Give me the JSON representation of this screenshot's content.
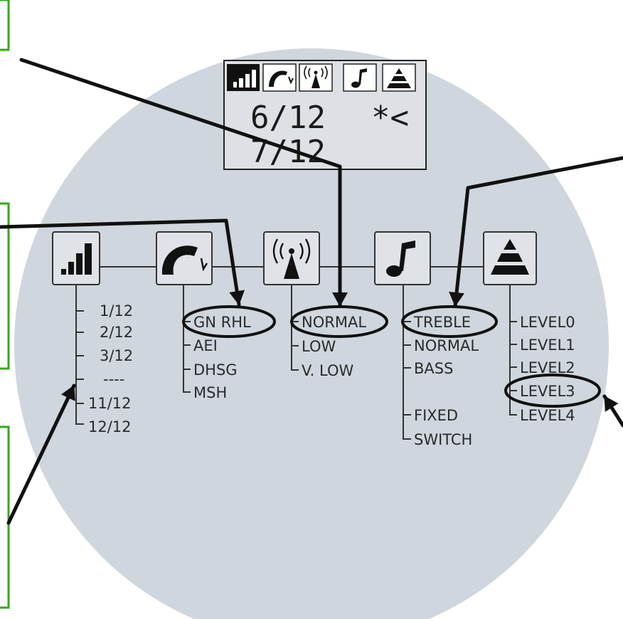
{
  "colors": {
    "page": "#ffffff",
    "circle": "#cfd6dd",
    "icon_box": "#dfe3e7",
    "ink": "#111111",
    "callout_border": "#35a81a"
  },
  "icons": [
    "signal-bars-icon",
    "handset-icon",
    "antenna-icon",
    "music-note-icon",
    "pyramid-icon"
  ],
  "lcd": {
    "line1": "6/12",
    "symbol": "*<",
    "line2": "7/12"
  },
  "menu": {
    "signal": [
      "1/12",
      "2/12",
      "3/12",
      "----",
      "11/12",
      "12/12"
    ],
    "call": [
      "GN RHL",
      "AEI",
      "DHSG",
      "MSH"
    ],
    "antenna": [
      "NORMAL",
      "LOW",
      "V. LOW"
    ],
    "tone": [
      "TREBLE",
      "NORMAL",
      "BASS",
      "FIXED",
      "SWITCH"
    ],
    "level": [
      "LEVEL0",
      "LEVEL1",
      "LEVEL2",
      "LEVEL3",
      "LEVEL4"
    ]
  },
  "highlighted": [
    "GN RHL",
    "NORMAL",
    "TREBLE",
    "LEVEL3"
  ]
}
